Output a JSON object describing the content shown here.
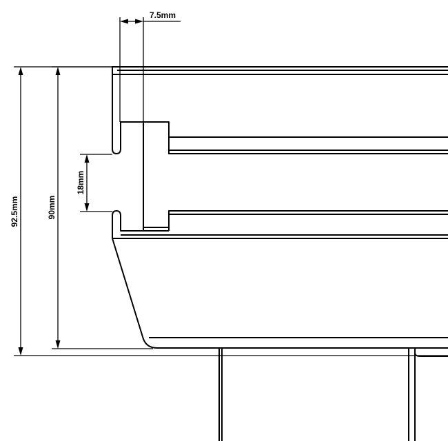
{
  "dimensions": {
    "overall_height": "92.5mm",
    "inner_height": "90mm",
    "slot_height": "18mm",
    "lip_width": "7.5mm"
  }
}
